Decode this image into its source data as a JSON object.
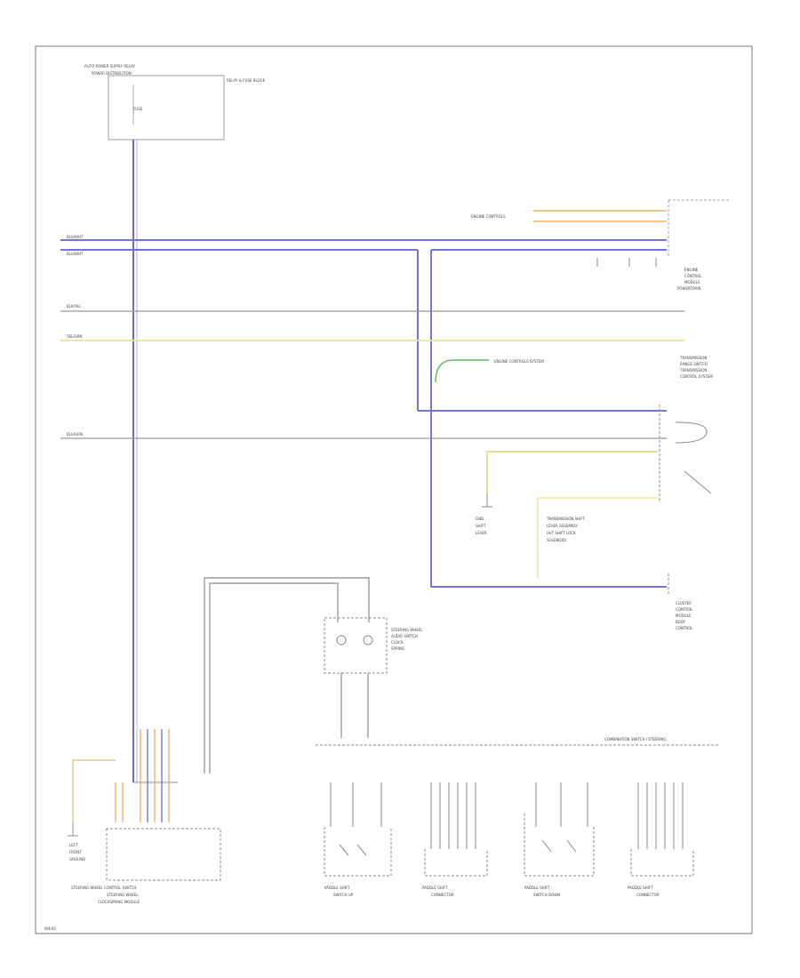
{
  "labels": {
    "power_supply_relay": "AUTO POWER SUPPLY RELAY",
    "power_distribution": "POWER DISTRIBUTION",
    "relay_fuse_block": "RELAY & FUSE BLOCK",
    "fuse": "FUSE",
    "left_side_wires": [
      "BLU/WHT",
      "BLU/WHT",
      "BLK/YEL",
      "YEL/GRN",
      "BLU/GRN"
    ],
    "engine_controls": "ENGINE CONTROLS",
    "engine_control_system": "ENGINE CONTROLS SYSTEM",
    "ecm_block": [
      "ENGINE",
      "CONTROL",
      "MODULE",
      "POWERTRAIN"
    ],
    "transmission_range": [
      "TRANSMISSION",
      "RANGE SWITCH",
      "TRANSMISSION",
      "CONTROL SYSTEM"
    ],
    "shift_lever": [
      "TRANSMISSION SHIFT",
      "LEVER ASSEMBLY",
      "(A/T SHIFT LOCK",
      "SOLENOID)"
    ],
    "dash_module": [
      "CLUSTER",
      "CONTROL",
      "MODULE",
      "BODY",
      "CONTROL"
    ],
    "steering_switch": [
      "STEERING WHEEL",
      "AUDIO SWITCH",
      "CLOCK",
      "SPRING"
    ],
    "combination_switch": "COMBINATION SWITCH / STEERING",
    "combination_module": [
      "STEERING WHEEL CONTROL SWITCH",
      "STEERING WHEEL",
      "CLOCKSPRING MODULE"
    ],
    "ground_left": [
      "LEFT",
      "FRONT",
      "GROUND"
    ],
    "ground_mid": [
      "GND",
      "SHIFT",
      "LEVER"
    ],
    "paddle_up": [
      "PADDLE SHIFT",
      "SWITCH UP"
    ],
    "paddle_connector_r": [
      "PADDLE SHIFT",
      "CONNECTOR"
    ],
    "paddle_down": [
      "PADDLE SHIFT",
      "SWITCH DOWN"
    ],
    "paddle_connector_l": [
      "PADDLE SHIFT",
      "CONNECTOR"
    ],
    "footer": "W4/43"
  }
}
